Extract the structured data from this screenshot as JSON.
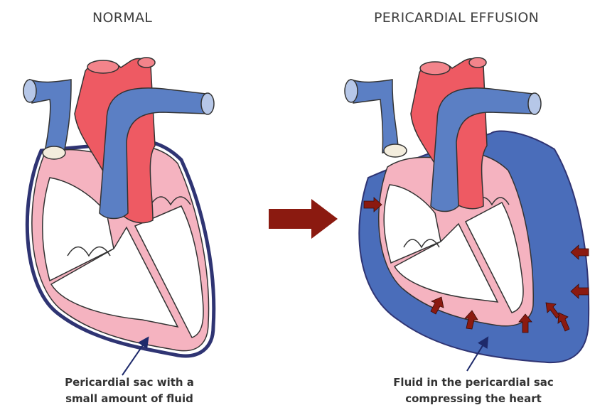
{
  "panels": [
    {
      "title": "NORMAL",
      "caption_lines": [
        "Pericardial sac with a",
        "small amount of fluid"
      ]
    },
    {
      "title": "PERICARDIAL EFFUSION",
      "caption_lines": [
        "Fluid in the pericardial sac",
        "compressing the heart"
      ]
    }
  ],
  "colors": {
    "vein_blue": "#5b7fc4",
    "artery_red": "#ee5a63",
    "myocardium_pink": "#f5b3c0",
    "effusion_blue": "#4a6dba",
    "arrow_dark_red": "#8b1a10"
  }
}
